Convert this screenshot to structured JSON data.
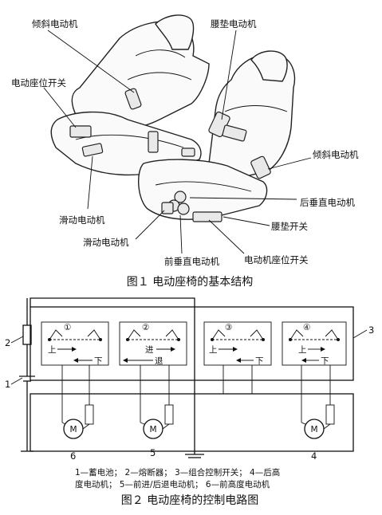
{
  "figure1": {
    "labels": {
      "tilt_motor_left": "倾斜电动机",
      "lumbar_motor": "腰垫电动机",
      "seat_switch": "电动座位开关",
      "tilt_motor_right": "倾斜电动机",
      "rear_vertical_motor": "后垂直电动机",
      "slide_motor_a": "滑动电动机",
      "lumbar_switch": "腰垫开关",
      "slide_motor_b": "滑动电动机",
      "front_vertical_motor": "前垂直电动机",
      "seat_position_switch": "电动机座位开关"
    },
    "caption": "图１ 电动座椅的基本结构"
  },
  "figure2": {
    "callouts": {
      "c1": "1",
      "c2": "2",
      "c3": "3",
      "c4": "4",
      "c5": "5",
      "c6": "6"
    },
    "switches": [
      {
        "num": "①",
        "left": "上",
        "right": "下"
      },
      {
        "num": "②",
        "left": "进",
        "right": "退"
      },
      {
        "num": "③",
        "left": "上",
        "right": "下"
      },
      {
        "num": "④",
        "left": "上",
        "right": "下"
      }
    ],
    "motor_symbol": "M",
    "legend_line1": "1—蓄电池；  2—熔断器；  3—组合控制开关；  4—后高",
    "legend_line2": "度电动机；  5—前进/后退电动机；  6—前高度电动机",
    "caption": "图２ 电动座椅的控制电路图"
  }
}
